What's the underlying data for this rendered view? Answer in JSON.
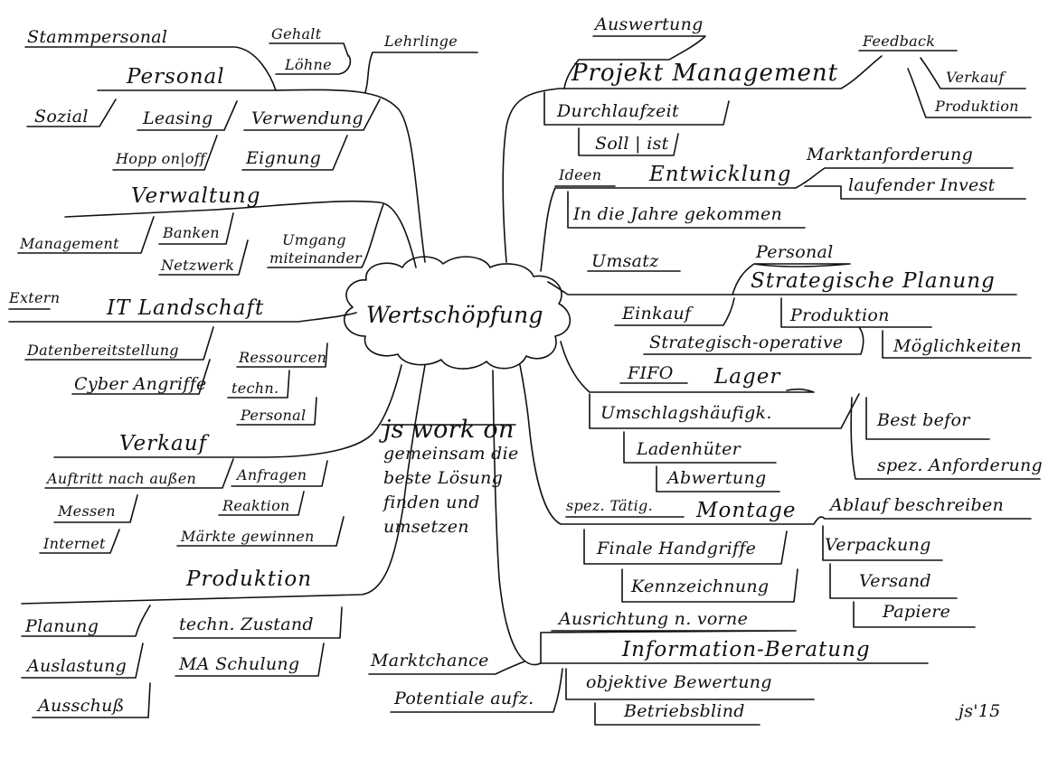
{
  "center": "Wertschöpfung",
  "note": {
    "lines": [
      "js work on",
      "gemeinsam die",
      "beste Lösung",
      "finden und",
      "umsetzen"
    ]
  },
  "signature": "js'15",
  "personal": {
    "title": "Personal",
    "stammpersonal": "Stammpersonal",
    "gehalt": "Gehalt",
    "loehne": "Löhne",
    "lehrlinge": "Lehrlinge",
    "sozial": "Sozial",
    "leasing": "Leasing",
    "verwendung": "Verwendung",
    "hopp": "Hopp on|off",
    "eignung": "Eignung"
  },
  "verwaltung": {
    "title": "Verwaltung",
    "management": "Management",
    "banken": "Banken",
    "netzwerk": "Netzwerk",
    "umgang1": "Umgang",
    "umgang2": "miteinander"
  },
  "it": {
    "title": "IT Landschaft",
    "extern": "Extern",
    "daten": "Datenbereitstellung",
    "cyber": "Cyber Angriffe",
    "ressourcen": "Ressourcen",
    "techn": "techn.",
    "personal": "Personal"
  },
  "verkauf": {
    "title": "Verkauf",
    "auftritt": "Auftritt nach außen",
    "anfragen": "Anfragen",
    "messen": "Messen",
    "reaktion": "Reaktion",
    "internet": "Internet",
    "maerkte": "Märkte gewinnen"
  },
  "produktion": {
    "title": "Produktion",
    "planung": "Planung",
    "techn_zustand": "techn. Zustand",
    "auslastung": "Auslastung",
    "ma_schulung": "MA Schulung",
    "ausschuss": "Ausschuß"
  },
  "projekt": {
    "title": "Projekt Management",
    "auswertung": "Auswertung",
    "feedback": "Feedback",
    "verkauf": "Verkauf",
    "produktion": "Produktion",
    "durchlaufzeit": "Durchlaufzeit",
    "soll_ist": "Soll | ist"
  },
  "entwicklung": {
    "title": "Entwicklung",
    "ideen": "Ideen",
    "marktanforderung": "Marktanforderung",
    "laufender_invest": "laufender Invest",
    "jahre": "In die Jahre gekommen"
  },
  "strategie": {
    "title": "Strategische Planung",
    "umsatz": "Umsatz",
    "personal": "Personal",
    "einkauf": "Einkauf",
    "produktion": "Produktion",
    "strat_op": "Strategisch-operative",
    "moeglichkeiten": "Möglichkeiten"
  },
  "lager": {
    "title": "Lager",
    "fifo": "FIFO",
    "umschlag": "Umschlagshäufigk.",
    "best_before": "Best befor",
    "ladenhueter": "Ladenhüter",
    "spez_anf": "spez. Anforderung",
    "abwertung": "Abwertung"
  },
  "montage": {
    "title": "Montage",
    "spez_taetig": "spez. Tätig.",
    "ablauf": "Ablauf beschreiben",
    "finale": "Finale Handgriffe",
    "verpackung": "Verpackung",
    "kennzeichnung": "Kennzeichnung",
    "versand": "Versand",
    "papiere": "Papiere"
  },
  "info": {
    "title": "Information-Beratung",
    "ausrichtung": "Ausrichtung n. vorne",
    "marktchance": "Marktchance",
    "objektive": "objektive Bewertung",
    "potentiale": "Potentiale aufz.",
    "betriebsblind": "Betriebsblind"
  }
}
